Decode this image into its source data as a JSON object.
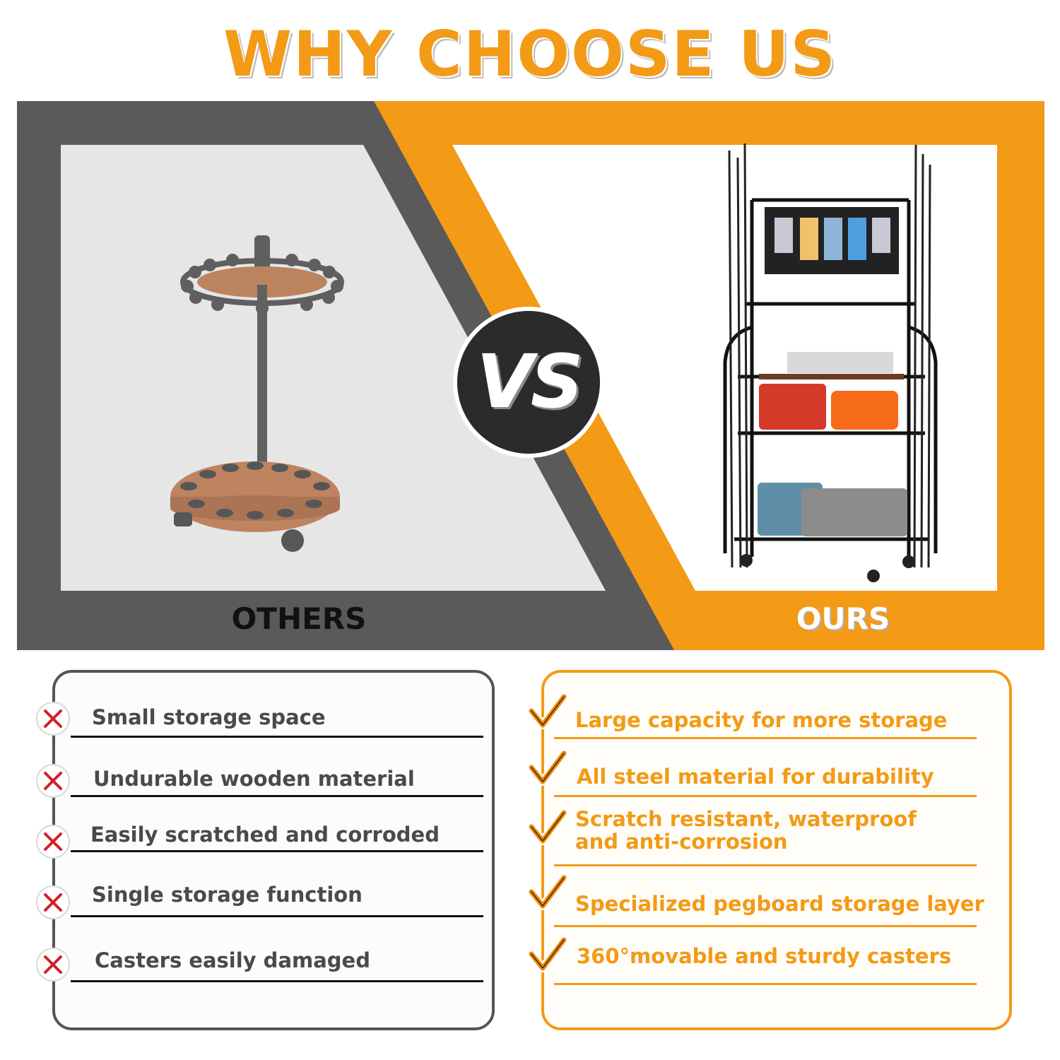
{
  "headline": "WHY CHOOSE US",
  "comparison": {
    "left_label": "OTHERS",
    "right_label": "OURS",
    "vs": "VS"
  },
  "colors": {
    "accent": "#f39a16",
    "dark_panel": "#5a5a5a",
    "vs_disc": "#2b2b2b"
  },
  "cons": {
    "icon": "red-x-icon",
    "items": [
      "Small storage space",
      "Undurable wooden material",
      "Easily scratched and corroded",
      "Single storage function",
      "Casters easily damaged"
    ]
  },
  "pros": {
    "icon": "orange-check-icon",
    "items": [
      "Large capacity for more storage",
      "All steel material for durability",
      "Scratch resistant, waterproof",
      "and anti-corrosion",
      "Specialized pegboard storage layer",
      "360°movable and sturdy casters"
    ]
  }
}
